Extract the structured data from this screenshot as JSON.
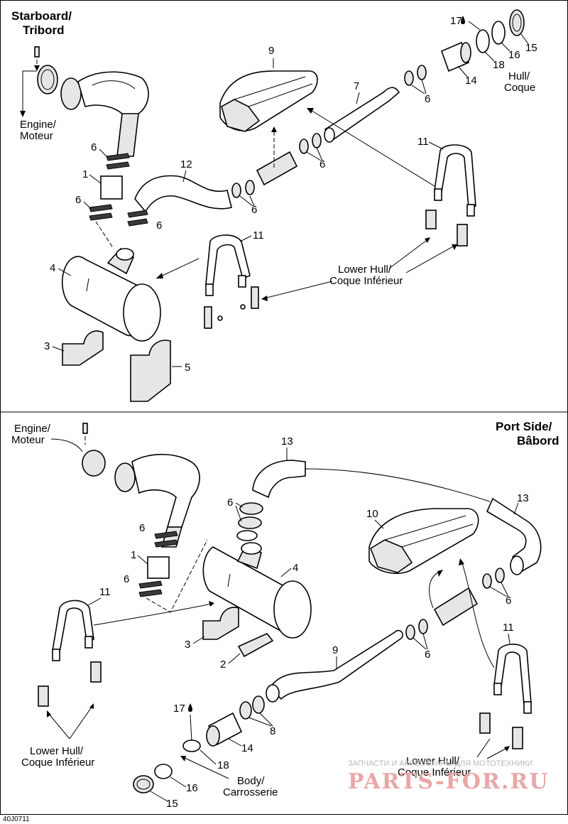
{
  "diagram": {
    "drawing_code": "40J0711",
    "top_section": {
      "side_label_line1": "Starboard/",
      "side_label_line2": "Tribord",
      "engine_label_line1": "Engine/",
      "engine_label_line2": "Moteur",
      "hull_label_line1": "Hull/",
      "hull_label_line2": "Coque",
      "lower_hull_line1": "Lower Hull/",
      "lower_hull_line2": "Coque Inférieur",
      "callouts": [
        "1",
        "3",
        "4",
        "5",
        "6",
        "6",
        "6",
        "6",
        "6",
        "6",
        "7",
        "9",
        "11",
        "11",
        "12",
        "14",
        "15",
        "16",
        "17",
        "18"
      ]
    },
    "bottom_section": {
      "side_label_line1": "Port Side/",
      "side_label_line2": "Bâbord",
      "engine_label_line1": "Engine/",
      "engine_label_line2": "Moteur",
      "body_label_line1": "Body/",
      "body_label_line2": "Carrosserie",
      "lower_hull_left_line1": "Lower Hull/",
      "lower_hull_left_line2": "Coque Inférieur",
      "lower_hull_right_line1": "Lower Hull/",
      "lower_hull_right_line2": "Coque Inférieur",
      "callouts": [
        "1",
        "2",
        "3",
        "4",
        "6",
        "6",
        "6",
        "6",
        "6",
        "8",
        "9",
        "10",
        "11",
        "13",
        "13",
        "14",
        "15",
        "16",
        "17",
        "18"
      ]
    },
    "watermark": {
      "line1": "ЗАПЧАСТИ И АКСЕССУАРЫ ДЛЯ МОТОТЕХНИКИ",
      "line2": "PARTS-FOR.RU"
    }
  }
}
